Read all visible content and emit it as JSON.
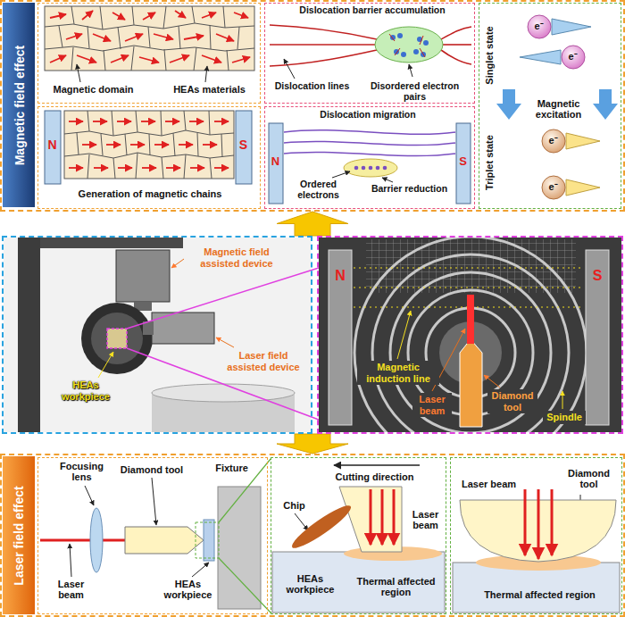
{
  "diagram": {
    "nodes": [
      {
        "text": [
          "Magnetic field effect"
        ]
      },
      {
        "text": [
          "Magnetic domain",
          "HEAs materials"
        ],
        "in": 0
      },
      {
        "text": [
          "N",
          "S",
          "Generation of magnetic chains"
        ],
        "in": 0
      },
      {
        "text": [
          "Dislocation barrier accumulation",
          "Dislocation lines",
          "Disordered electron pairs"
        ],
        "in": 0
      },
      {
        "text": [
          "Dislocation migration",
          "N",
          "S",
          "Ordered electrons",
          "Barrier reduction"
        ],
        "in": 0
      },
      {
        "text": [
          "Singlet state",
          "e⁻",
          "e⁻",
          "Magnetic excitation",
          "Triplet state",
          "e⁻",
          "e⁻"
        ],
        "in": 0
      },
      {
        "text": [
          "Magnetic field assisted device",
          "Laser field assisted device",
          "HEAs workpiece"
        ]
      },
      {
        "text": [
          "N",
          "S",
          "Magnetic induction line",
          "Laser beam",
          "Diamond tool",
          "Spindle"
        ]
      },
      {
        "text": [
          "Laser field effect"
        ]
      },
      {
        "text": [
          "Focusing lens",
          "Diamond tool",
          "Fixture",
          "Laser beam",
          "HEAs workpiece"
        ],
        "in": 8
      },
      {
        "text": [
          "Cutting direction",
          "Chip",
          "Laser beam",
          "HEAs workpiece",
          "Thermal affected region"
        ],
        "in": 8
      },
      {
        "text": [
          "Laser beam",
          "Diamond tool",
          "Thermal affected region"
        ],
        "in": 8
      }
    ],
    "edges": [
      {
        "from": 6,
        "to": 0,
        "arrow": "to"
      },
      {
        "from": 6,
        "to": 8,
        "arrow": "to"
      }
    ]
  }
}
